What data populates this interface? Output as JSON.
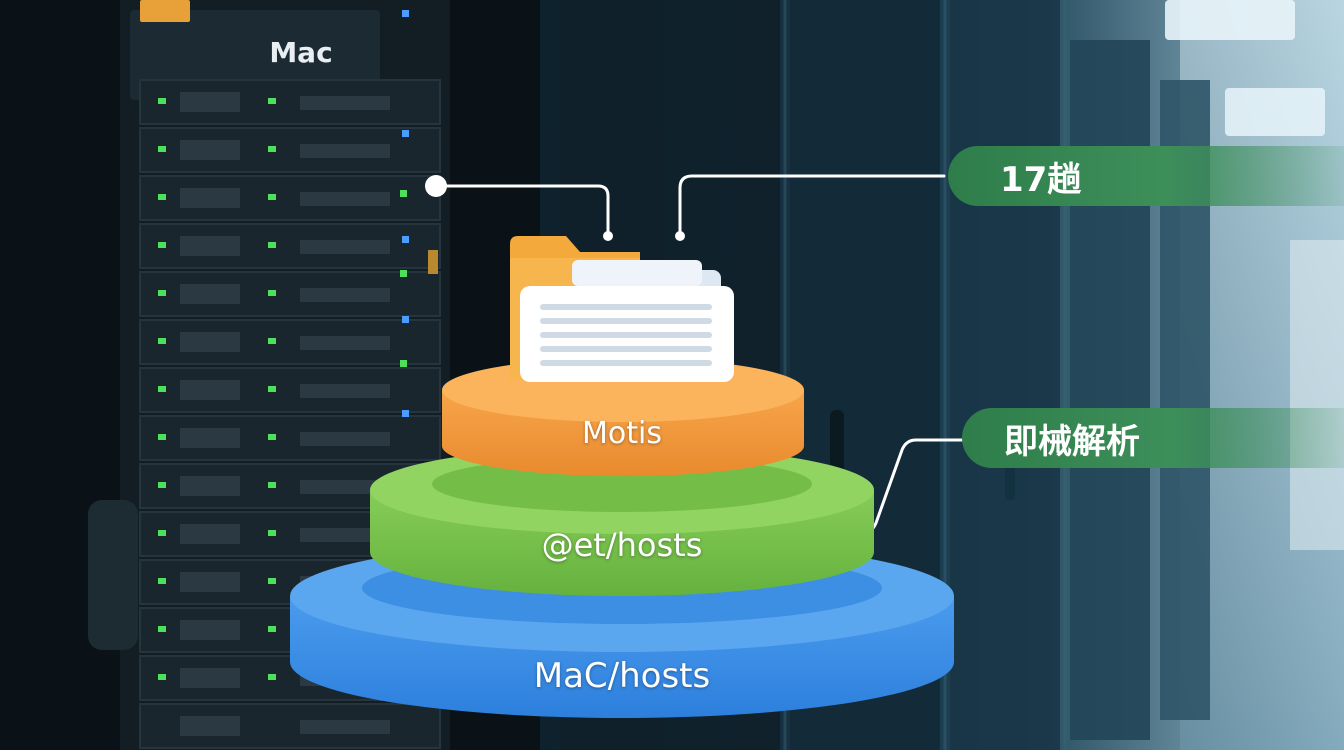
{
  "rack": {
    "brand": "Mac"
  },
  "callouts": {
    "top": "17趟",
    "middle": "即械解析"
  },
  "layers": [
    {
      "label": "Motis",
      "color": "#f39a3f"
    },
    {
      "label": "@et/hosts",
      "color": "#7cc44e"
    },
    {
      "label": "MaC/hosts",
      "color": "#3a8fe6"
    }
  ],
  "colors": {
    "background": "#0b1a24",
    "callout_green": "#2e7d4a",
    "led_green": "#4ee05a",
    "led_blue": "#4a9cff"
  },
  "icons": [
    "folder-icon",
    "document-icon"
  ]
}
